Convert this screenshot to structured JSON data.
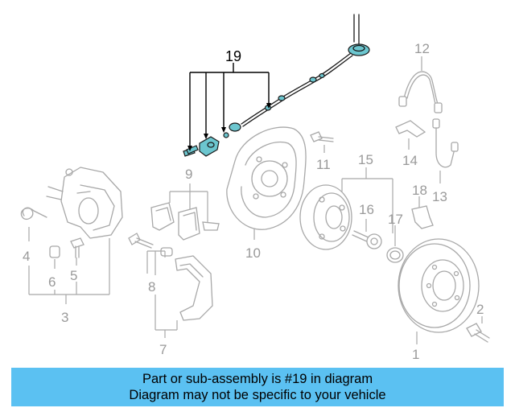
{
  "callouts": {
    "c1": "1",
    "c2": "2",
    "c3": "3",
    "c4": "4",
    "c5": "5",
    "c6": "6",
    "c7": "7",
    "c8": "8",
    "c9": "9",
    "c10": "10",
    "c11": "11",
    "c12": "12",
    "c13": "13",
    "c14": "14",
    "c15": "15",
    "c16": "16",
    "c17": "17",
    "c18": "18",
    "c19": "19"
  },
  "highlight_color": "#6cc6cf",
  "banner": {
    "color": "#5bc1f2",
    "line1": "Part or sub-assembly is #19 in diagram",
    "line2": "Diagram may not be specific to your vehicle"
  }
}
